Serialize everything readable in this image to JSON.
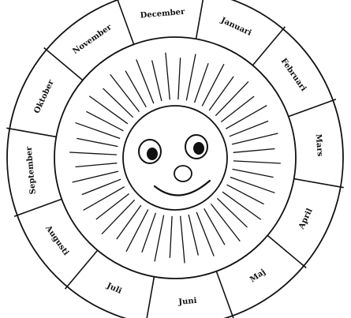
{
  "months": [
    {
      "label": "Januari"
    },
    {
      "label": "Februari"
    },
    {
      "label": "Mars"
    },
    {
      "label": "April"
    },
    {
      "label": "Maj"
    },
    {
      "label": "Juni"
    },
    {
      "label": "Juli"
    },
    {
      "label": "Augusti"
    },
    {
      "label": "September"
    },
    {
      "label": "Oktober"
    },
    {
      "label": "November"
    },
    {
      "label": "December"
    }
  ],
  "colors": {
    "line": "#111111",
    "background": "#ffffff"
  },
  "icons": {
    "center": "smiling-sun-icon"
  }
}
